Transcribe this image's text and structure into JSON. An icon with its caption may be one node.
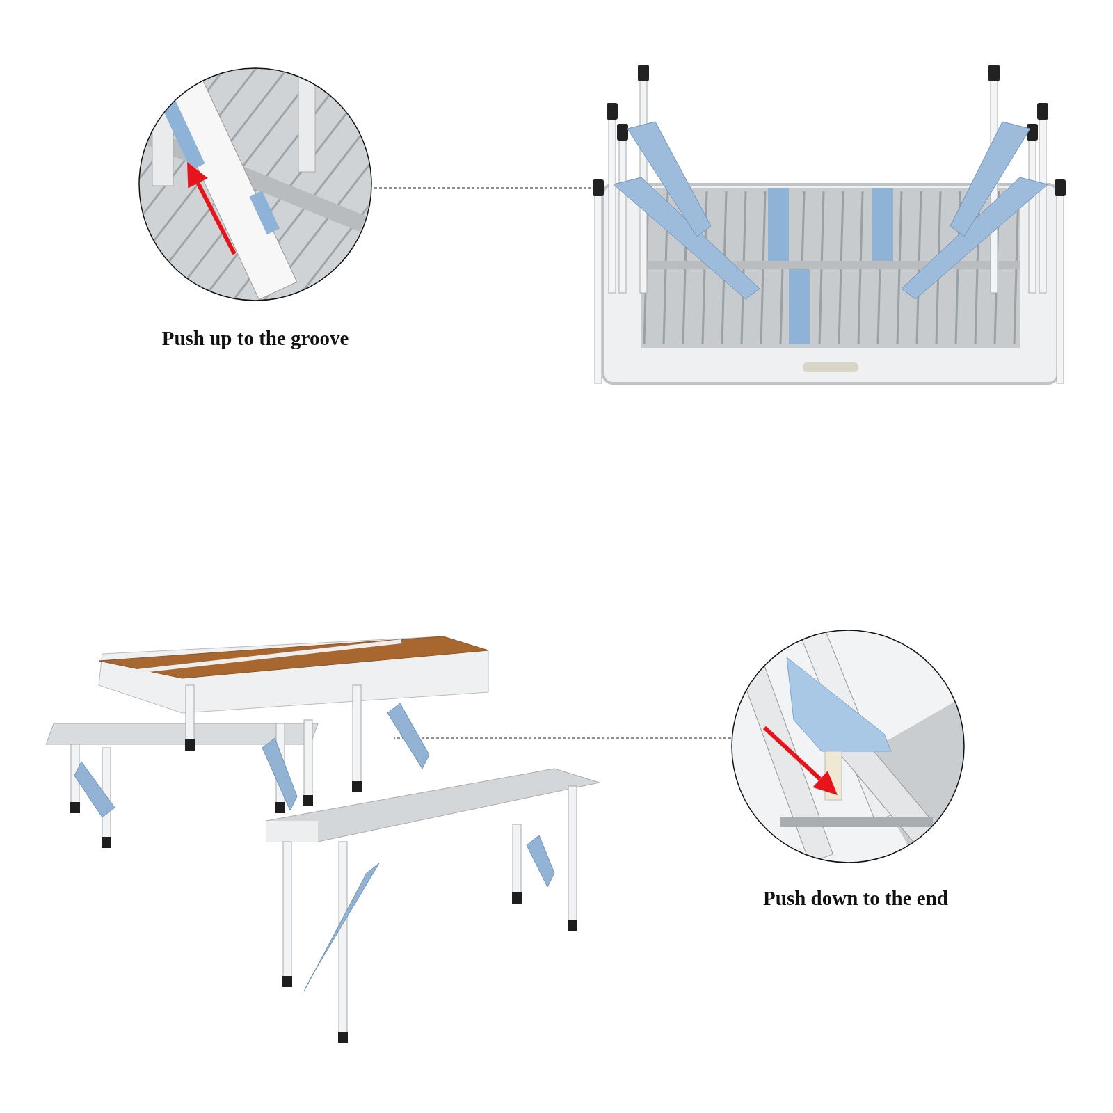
{
  "diagram": {
    "nodes": [
      {
        "text": [],
        "shape": "picture",
        "beside": [
          "Push up to the groove"
        ]
      },
      {
        "text": [],
        "shape": "picture"
      },
      {
        "text": [],
        "shape": "picture"
      },
      {
        "text": [],
        "shape": "picture",
        "beside": [
          "Push down to the end"
        ]
      }
    ],
    "edges": [
      {
        "from": 0,
        "to": 1,
        "arrow": "none",
        "style": "dashed"
      },
      {
        "from": 3,
        "to": 2,
        "arrow": "none",
        "style": "dashed"
      }
    ]
  }
}
